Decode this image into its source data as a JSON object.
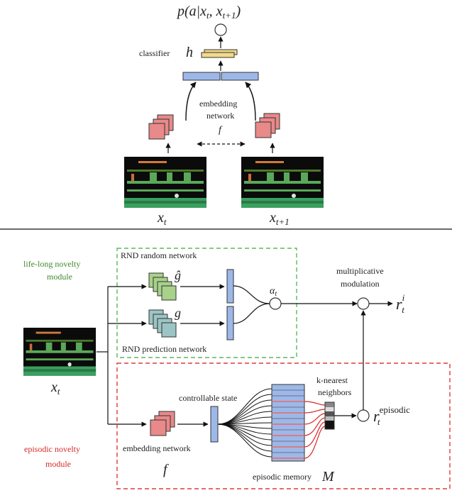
{
  "top": {
    "output_label": "p(a|x",
    "output_label_sub_t": "t",
    "output_label_mid": ", x",
    "output_label_sub_t1": "t+1",
    "output_label_end": ")",
    "classifier_label": "classifier",
    "classifier_symbol": "h",
    "embedding_label_1": "embedding",
    "embedding_label_2": "network",
    "embedding_symbol": "f",
    "frame_left_label": "x",
    "frame_left_sub": "t",
    "frame_right_label": "x",
    "frame_right_sub": "t+1"
  },
  "bottom": {
    "lifelong_label_1": "life-long novelty",
    "lifelong_label_2": "module",
    "rnd_random_label": "RND random network",
    "rnd_random_symbol": "ĝ",
    "rnd_pred_symbol": "g",
    "rnd_pred_label": "RND prediction network",
    "alpha_label": "α",
    "alpha_sub": "t",
    "mult_label_1": "multiplicative",
    "mult_label_2": "modulation",
    "reward_label": "r",
    "reward_sup": "i",
    "reward_sub": "t",
    "input_label": "x",
    "input_sub": "t",
    "episodic_label_1": "episodic novelty",
    "episodic_label_2": "module",
    "embedding_net_label": "embedding network",
    "embedding_symbol": "f",
    "controllable_label": "controllable state",
    "knn_label_1": "k-nearest",
    "knn_label_2": "neighbors",
    "episodic_reward": "r",
    "episodic_reward_sup": "episodic",
    "episodic_reward_sub": "t",
    "memory_label": "episodic memory",
    "memory_symbol": "M"
  },
  "colors": {
    "green_box": "#5cb85c",
    "red_box": "#e03a3a",
    "blue_bar": "#9db8e8",
    "yellow_bar": "#f2d98a",
    "pink_block": "#e8898a",
    "green_block": "#a8d18a",
    "teal_block": "#9cc4c4",
    "memory_stripe": "#e46b6b"
  }
}
